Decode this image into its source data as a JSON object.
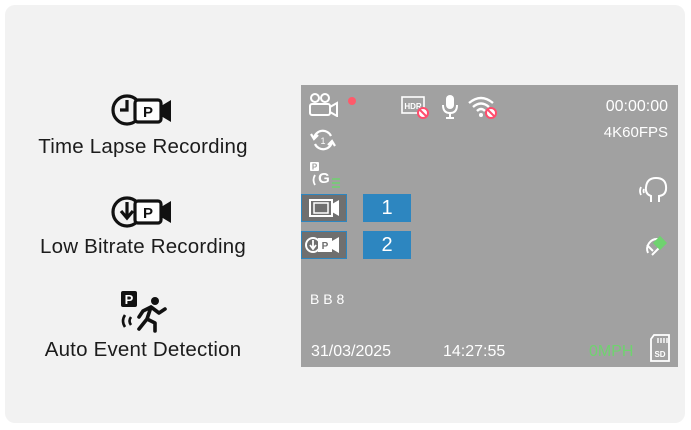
{
  "features": [
    {
      "label": "Time Lapse Recording",
      "icon": "time-lapse-camera-icon"
    },
    {
      "label": "Low Bitrate Recording",
      "icon": "low-bitrate-camera-icon"
    },
    {
      "label": "Auto Event Detection",
      "icon": "parking-motion-icon"
    }
  ],
  "screen": {
    "timer": "00:00:00",
    "resolution": "4K60FPS",
    "mode_badges": [
      "1",
      "2"
    ],
    "code": "B B 8",
    "date": "31/03/2025",
    "time": "14:27:55",
    "speed": "0MPH",
    "colors": {
      "screen_bg": "#a1a1a1",
      "badge": "#2d86c0",
      "speed": "#6fd36f",
      "rec_dot": "#ff5a6a",
      "disabled": "#ff4d6d"
    }
  }
}
